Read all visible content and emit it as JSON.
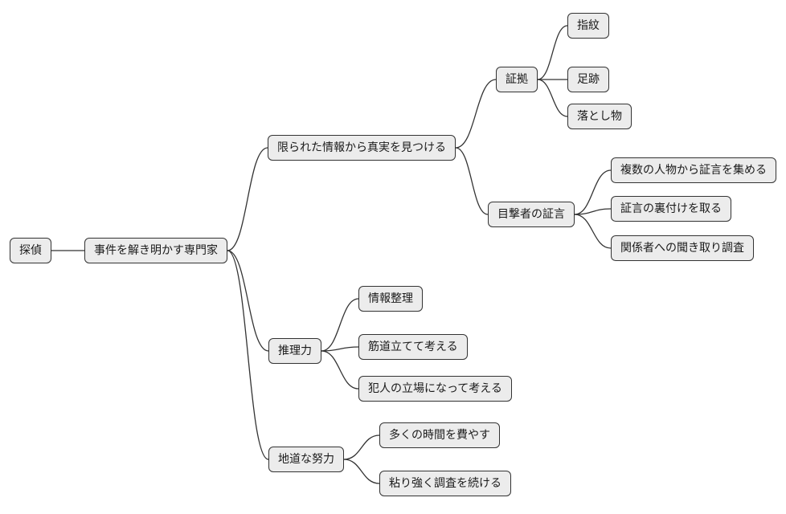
{
  "diagram": {
    "type": "mindmap",
    "colors": {
      "node_fill": "#ececec",
      "node_border": "#333333",
      "edge": "#333333",
      "text": "#1a1a1a",
      "background": "#ffffff"
    },
    "nodes": [
      {
        "id": "root",
        "label": "探偵"
      },
      {
        "id": "expert",
        "label": "事件を解き明かす専門家"
      },
      {
        "id": "find-truth",
        "label": "限られた情報から真実を見つける"
      },
      {
        "id": "evidence",
        "label": "証拠"
      },
      {
        "id": "fingerprint",
        "label": "指紋"
      },
      {
        "id": "footprint",
        "label": "足跡"
      },
      {
        "id": "lost-item",
        "label": "落とし物"
      },
      {
        "id": "testimony",
        "label": "目撃者の証言"
      },
      {
        "id": "collect",
        "label": "複数の人物から証言を集める"
      },
      {
        "id": "verify",
        "label": "証言の裏付けを取る"
      },
      {
        "id": "interview",
        "label": "関係者への聞き取り調査"
      },
      {
        "id": "reasoning",
        "label": "推理力"
      },
      {
        "id": "organize",
        "label": "情報整理"
      },
      {
        "id": "logical",
        "label": "筋道立てて考える"
      },
      {
        "id": "perspective",
        "label": "犯人の立場になって考える"
      },
      {
        "id": "effort",
        "label": "地道な努力"
      },
      {
        "id": "time",
        "label": "多くの時間を費やす"
      },
      {
        "id": "persist",
        "label": "粘り強く調査を続ける"
      }
    ],
    "edges": [
      {
        "from": "root",
        "to": "expert"
      },
      {
        "from": "expert",
        "to": "find-truth"
      },
      {
        "from": "expert",
        "to": "reasoning"
      },
      {
        "from": "expert",
        "to": "effort"
      },
      {
        "from": "find-truth",
        "to": "evidence"
      },
      {
        "from": "find-truth",
        "to": "testimony"
      },
      {
        "from": "evidence",
        "to": "fingerprint"
      },
      {
        "from": "evidence",
        "to": "footprint"
      },
      {
        "from": "evidence",
        "to": "lost-item"
      },
      {
        "from": "testimony",
        "to": "collect"
      },
      {
        "from": "testimony",
        "to": "verify"
      },
      {
        "from": "testimony",
        "to": "interview"
      },
      {
        "from": "reasoning",
        "to": "organize"
      },
      {
        "from": "reasoning",
        "to": "logical"
      },
      {
        "from": "reasoning",
        "to": "perspective"
      },
      {
        "from": "effort",
        "to": "time"
      },
      {
        "from": "effort",
        "to": "persist"
      }
    ]
  }
}
